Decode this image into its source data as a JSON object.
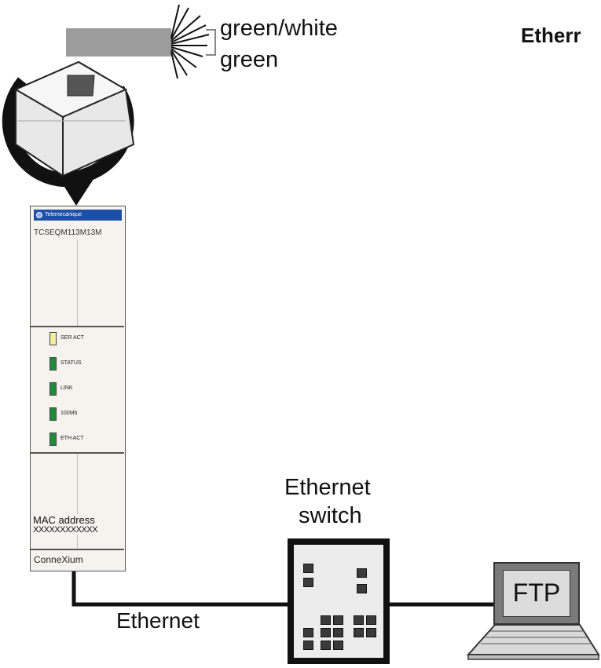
{
  "labels": {
    "green_white": "green/white",
    "green": "green",
    "title": "Etherr",
    "ethernet_switch_line1": "Ethernet",
    "ethernet_switch_line2": "switch",
    "ethernet": "Ethernet",
    "ftp": "FTP"
  },
  "module": {
    "header_text": "Telemecanique",
    "reference": "TCSEQM113M13M",
    "leds": [
      {
        "label": "SER ACT",
        "color": "#f2ee9a"
      },
      {
        "label": "STATUS",
        "color": "#1f8c3c"
      },
      {
        "label": "LINK",
        "color": "#1f8c3c"
      },
      {
        "label": "100Mb",
        "color": "#1f8c3c"
      },
      {
        "label": "ETH ACT",
        "color": "#1f8c3c"
      }
    ],
    "mac_label": "MAC address",
    "mac_value": "XXXXXXXXXXXX",
    "brand": "ConneXium"
  },
  "colors": {
    "cable": "#9c9c9c",
    "wire": "#111111"
  }
}
